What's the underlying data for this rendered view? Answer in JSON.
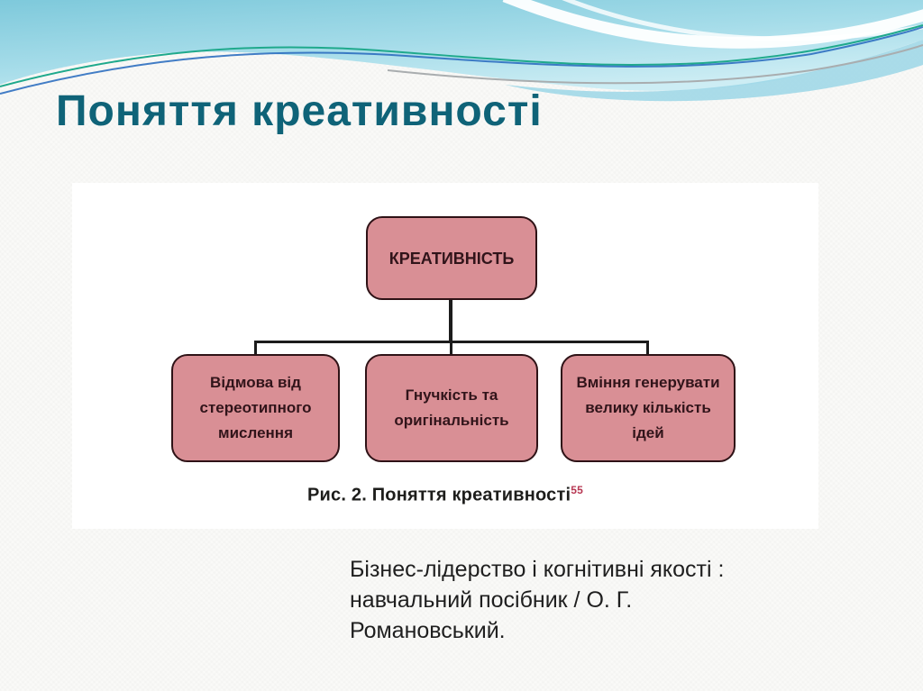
{
  "slide_title": "Поняття креативності",
  "figure": {
    "root_label": "КРЕАТИВНІСТЬ",
    "children": [
      "Відмова від стереотипного мислення",
      "Гнучкість та оригінальність",
      "Вміння генерувати велику кількість ідей"
    ],
    "caption": "Рис. 2. Поняття креативності",
    "caption_superscript": "55"
  },
  "citation": {
    "lines": [
      "Бізнес-лідерство і когнітивні якості :",
      "навчальний посібник / О. Г.",
      "Романовський."
    ]
  },
  "colors": {
    "title_text": "#0f6378",
    "box_fill": "#d98f95",
    "box_border": "#2e1216",
    "box_text": "#31141a",
    "connector": "#1c1c1c",
    "caption_superscript": "#b73853",
    "header_sky": "#8ecfdf",
    "accent_green_line": "#1fa98c",
    "accent_blue_line": "#2e6fc0",
    "accent_gray_line": "#a9adaf"
  }
}
